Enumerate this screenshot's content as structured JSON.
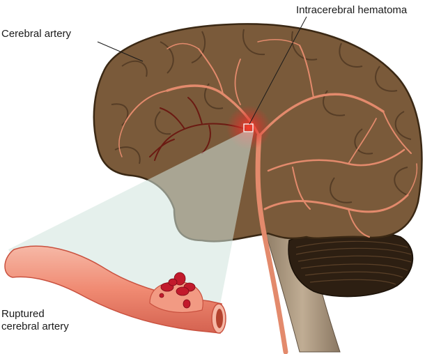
{
  "labels": {
    "hematoma": "Intracerebral hematoma",
    "cerebral_artery": "Cerebral artery",
    "ruptured_line1": "Ruptured",
    "ruptured_line2": "cerebral artery"
  },
  "colors": {
    "brain": "#7a5a3a",
    "brain_edge": "#3a2814",
    "vessel": "#e38a6c",
    "vessel_dark": "#6b1a12",
    "hematoma": "#e0302a",
    "blood": "#c21a2c",
    "artery_tube": "#f0907a",
    "brainstem": "#a8957c",
    "cerebellum": "#2d1f12",
    "magnifier": "#cfe3dc"
  }
}
